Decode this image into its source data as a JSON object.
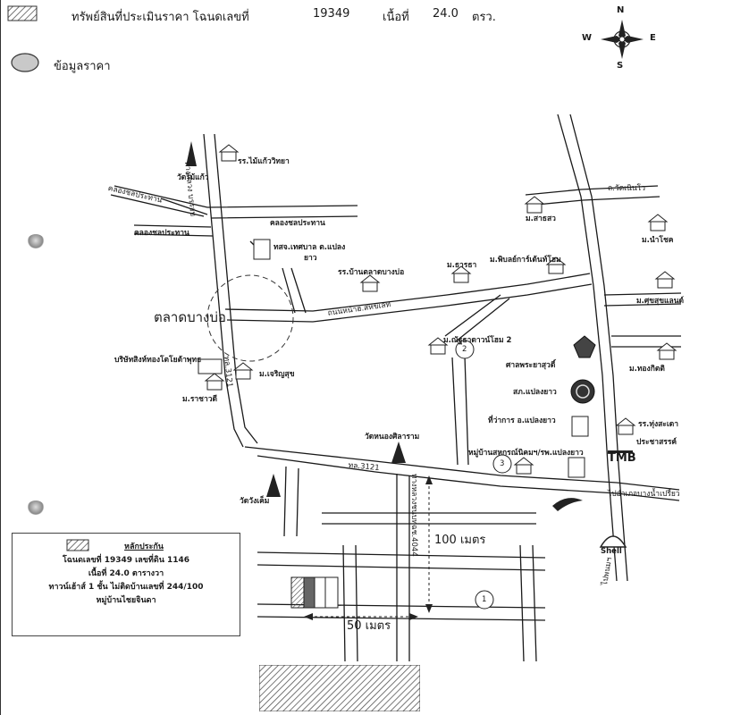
{
  "header": {
    "property_label": "ทรัพย์สินที่ประเมินราคา โฉนดเลขที่",
    "deed_number": "19349",
    "area_label": "เนื้อที่",
    "area_value": "24.0",
    "area_unit": "ตรว.",
    "price_info_label": "ข้อมูลราคา"
  },
  "compass": {
    "n": "N",
    "s": "S",
    "e": "E",
    "w": "W"
  },
  "map_labels": {
    "school_maikaew": "รร.ไม้แก้ววิทยา",
    "wat_maikaew": "วัดไม้แก้ว",
    "road_north": "ทางหลวง บรรจบ",
    "canal_left": "คลองชลประทาน",
    "canal_main": "คลองชลประทาน",
    "canal_lower": "คลองชลประทาน",
    "municipal_office_1": "ทสจ.เทศบาล ต.แปลง",
    "municipal_office_2": "ยาว",
    "school_bangbo": "รร.บ้านตลาดบางบ่อ",
    "market_bangbo": "ตลาดบางบ่อ",
    "road_middle": "ถนนหน้าฮ.สหขเลท",
    "company_toyota": "บริษัทสิงห์ทองโตโยต้าพุทธ",
    "highway_3121_a": "ทล.3121",
    "m_charoensuk": "ม.เจริญสุข",
    "m_rachawadee": "ม.ราชาวดี",
    "m_tara": "ม.ธารธา",
    "m_phiboon": "ม.พิบลย์การ์เด้นท์โฮม",
    "m_sasawat": "ม.สาธสว",
    "m_namchok": "ม.นำโชค",
    "road_east": "ถ.วัดเนินโว",
    "m_supsuk": "ม.ศุขสุขแลนด์",
    "m_sukhothai": "ม.ณัฐธาดาวน์โฮม 2",
    "district_office": "ศาลพระยาสุวดิ์",
    "police_station": "สภ.แปลงยาว",
    "district_hall": "ที่ว่าการ อ.แปลงยาว",
    "m_thongkidti": "ม.ทองกิตติ",
    "school_thungsa": "รร.ทุ่งสะเดา",
    "school_thungsa_2": "ประชาสรรค์",
    "wat_nongsi": "วัดหนองศิลาราม",
    "village_health": "หมู่บ้านสหกรณ์นิคมฯ/รพ.แปลงยาว",
    "tmb": "TMB",
    "highway_3121_b": "ทล.3121",
    "to_bangnamprieo": "ไปอำเภอบางน้ำเปรี้ยว",
    "wat_wangkhen": "วัดวังเค็ม",
    "road_vertical": "ทางหลวงชนบทฉช.4044",
    "to_right": "ไปพนมฯ",
    "shell": "Shell",
    "marker_1": "1",
    "marker_2": "2",
    "marker_3": "3"
  },
  "scale": {
    "distance_100": "100 เมตร",
    "distance_50": "50 เมตร"
  },
  "legend": {
    "title": "หลักประกัน",
    "line1": "โฉนดเลขที่ 19349   เลขที่ดิน 1146",
    "line2": "เนื้อที่   24.0   ตารางวา",
    "line3": "ทาวน์เฮ้าส์ 1 ชั้น ไม่ติดบ้านเลขที่ 244/100",
    "line4": "หมู่บ้านไชยจินดา"
  },
  "colors": {
    "ink": "#1a1a1a",
    "hatch": "#666666",
    "circle_fill": "#c9c9c9"
  }
}
